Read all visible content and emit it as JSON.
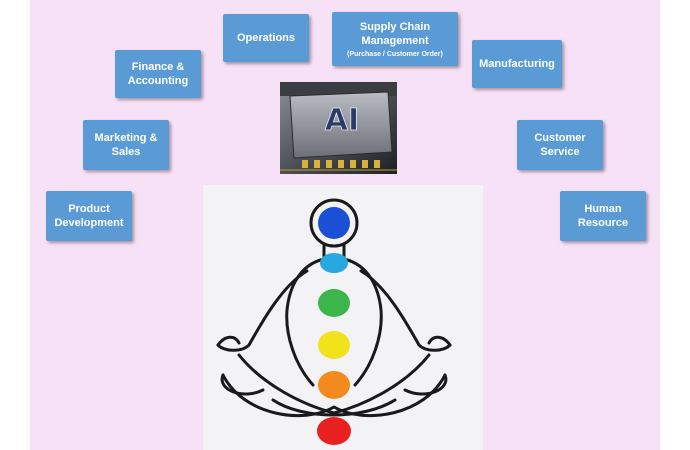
{
  "departments": {
    "operations": "Operations",
    "supply_chain": "Supply Chain\nManagement",
    "supply_chain_sub": "(Purchase / Customer Order)",
    "finance": "Finance &\nAccounting",
    "manufacturing": "Manufacturing",
    "marketing": "Marketing &\nSales",
    "customer_service": "Customer\nService",
    "product_development": "Product\nDevelopment",
    "human_resource": "Human\nResource"
  },
  "chip": {
    "logo_text": "AI"
  },
  "chakra_colors": [
    "#1b4fd6",
    "#27a8e0",
    "#3cb54a",
    "#f2e21a",
    "#f28a1e",
    "#e8201f"
  ],
  "colors": {
    "background": "#f7e1f7",
    "box": "#5b9bd5",
    "box_text": "#ffffff"
  }
}
